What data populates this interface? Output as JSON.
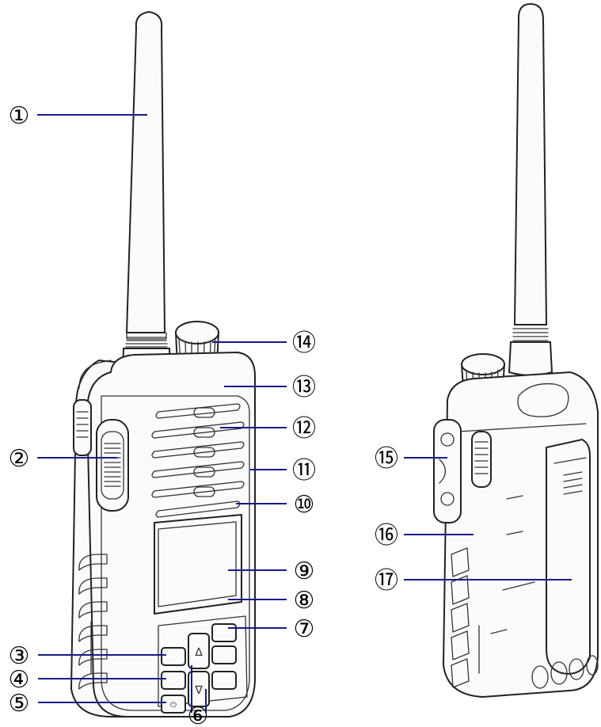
{
  "colors": {
    "leader": "#1a1a8c",
    "outline": "#222222",
    "background": "#ffffff"
  },
  "callouts": [
    {
      "id": "1",
      "label": "①"
    },
    {
      "id": "2",
      "label": "②"
    },
    {
      "id": "3",
      "label": "③"
    },
    {
      "id": "4",
      "label": "④"
    },
    {
      "id": "5",
      "label": "⑤"
    },
    {
      "id": "6",
      "label": "⑥"
    },
    {
      "id": "7",
      "label": "⑦"
    },
    {
      "id": "8",
      "label": "⑧"
    },
    {
      "id": "9",
      "label": "⑨"
    },
    {
      "id": "10",
      "label": "⑩"
    },
    {
      "id": "11",
      "label": "⑪"
    },
    {
      "id": "12",
      "label": "⑫"
    },
    {
      "id": "13",
      "label": "⑬"
    },
    {
      "id": "14",
      "label": "⑭"
    },
    {
      "id": "15",
      "label": "⑮"
    },
    {
      "id": "16",
      "label": "⑯"
    },
    {
      "id": "17",
      "label": "⑰"
    }
  ],
  "icons": [
    "up-arrow-icon",
    "down-arrow-icon",
    "power-icon"
  ]
}
